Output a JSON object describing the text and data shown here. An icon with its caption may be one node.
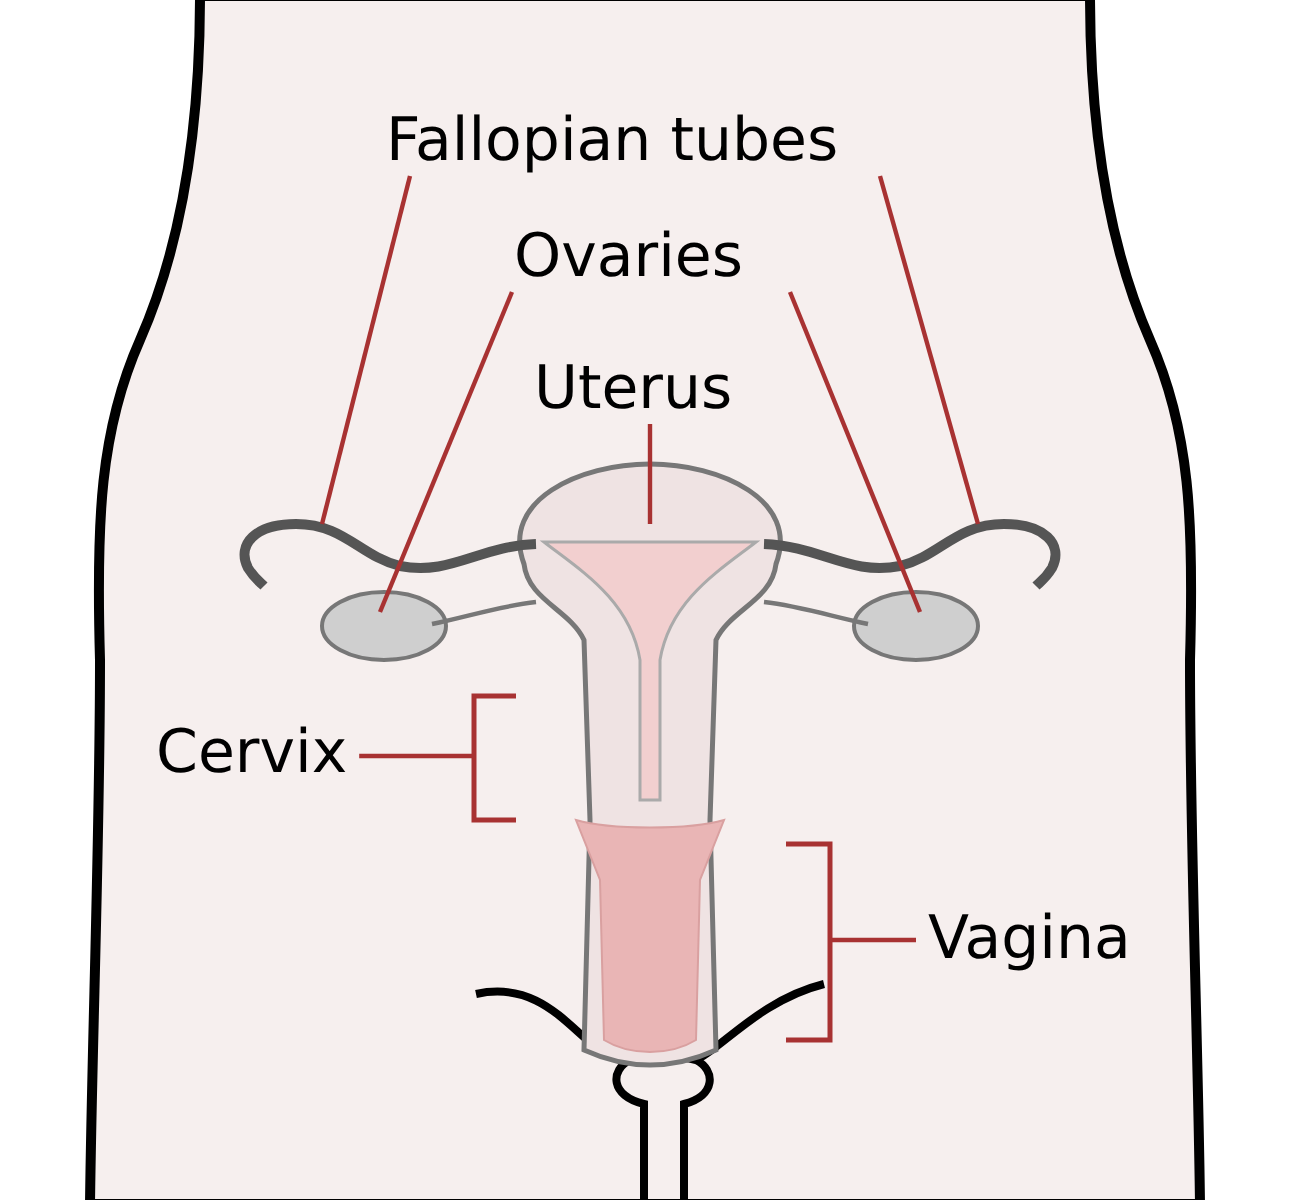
{
  "diagram": {
    "nodes": [
      {
        "text": [
          "Fallopian tubes"
        ]
      },
      {
        "text": [
          "Ovaries"
        ]
      },
      {
        "text": [
          "Uterus"
        ]
      },
      {
        "text": [
          "Cervix"
        ]
      },
      {
        "text": [
          "Vagina"
        ]
      },
      {
        "text": [],
        "shape": "picture"
      },
      {
        "text": [],
        "shape": "picture"
      },
      {
        "text": [],
        "shape": "ellipse"
      },
      {
        "text": [],
        "shape": "ellipse"
      },
      {
        "text": [],
        "shape": "picture"
      }
    ],
    "edges": [
      {
        "from": 0,
        "to": 5,
        "arrow": "none"
      },
      {
        "from": 0,
        "to": 6,
        "arrow": "none"
      },
      {
        "from": 1,
        "to": 7,
        "arrow": "none"
      },
      {
        "from": 1,
        "to": 8,
        "arrow": "none"
      },
      {
        "from": 2,
        "to": 9,
        "arrow": "none"
      },
      {
        "from": 3,
        "to": 9,
        "arrow": "none"
      },
      {
        "from": 4,
        "to": 9,
        "arrow": "none"
      },
      {
        "from": 9,
        "to": 7,
        "arrow": "none",
        "color": "#777777"
      },
      {
        "from": 9,
        "to": 8,
        "arrow": "none",
        "color": "#777777"
      }
    ]
  }
}
